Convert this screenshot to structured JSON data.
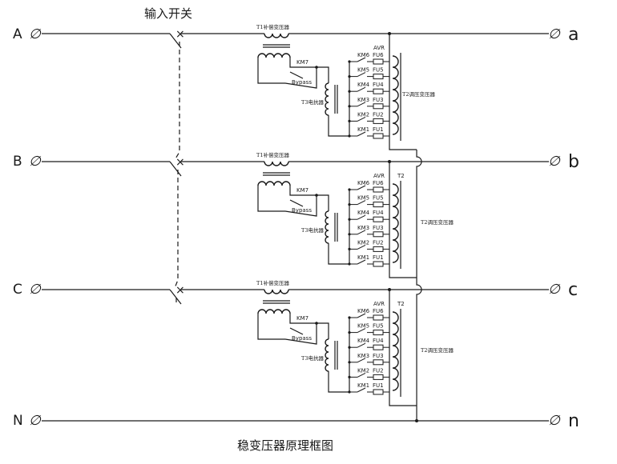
{
  "switch_label": "输入开关",
  "caption": "稳变压器原理框图",
  "inputs": [
    {
      "name": "A",
      "symbol": "∅"
    },
    {
      "name": "B",
      "symbol": "∅"
    },
    {
      "name": "C",
      "symbol": "∅"
    },
    {
      "name": "N",
      "symbol": "∅"
    }
  ],
  "outputs": [
    {
      "name": "a",
      "symbol": "∅"
    },
    {
      "name": "b",
      "symbol": "∅"
    },
    {
      "name": "c",
      "symbol": "∅"
    },
    {
      "name": "n",
      "symbol": "∅"
    }
  ],
  "switch_symbol": "×",
  "phases": [
    {
      "t1_label": "T1补偿变压器",
      "km7_label": "KM7",
      "bypass_label": "Bypass",
      "t3_label": "T3电抗器",
      "avr_label": "AVR",
      "t2_short_label": "",
      "t2_label": "T2调压变压器",
      "taps": [
        {
          "km": "KM6",
          "fu": "FU6"
        },
        {
          "km": "KM5",
          "fu": "FU5"
        },
        {
          "km": "KM4",
          "fu": "FU4"
        },
        {
          "km": "KM3",
          "fu": "FU3"
        },
        {
          "km": "KM2",
          "fu": "FU2"
        },
        {
          "km": "KM1",
          "fu": "FU1"
        }
      ]
    },
    {
      "t1_label": "T1补偿变压器",
      "km7_label": "KM7",
      "bypass_label": "Bypass",
      "t3_label": "T3电抗器",
      "avr_label": "AVR",
      "t2_short_label": "T2",
      "t2_label": "T2调压变压器",
      "taps": [
        {
          "km": "KM6",
          "fu": "FU6"
        },
        {
          "km": "KM5",
          "fu": "FU5"
        },
        {
          "km": "KM4",
          "fu": "FU4"
        },
        {
          "km": "KM3",
          "fu": "FU3"
        },
        {
          "km": "KM2",
          "fu": "FU2"
        },
        {
          "km": "KM1",
          "fu": "FU1"
        }
      ]
    },
    {
      "t1_label": "T1补偿变压器",
      "km7_label": "KM7",
      "bypass_label": "Bypass",
      "t3_label": "T3电抗器",
      "avr_label": "AVR",
      "t2_short_label": "T2",
      "t2_label": "T2调压变压器",
      "taps": [
        {
          "km": "KM6",
          "fu": "FU6"
        },
        {
          "km": "KM5",
          "fu": "FU5"
        },
        {
          "km": "KM4",
          "fu": "FU4"
        },
        {
          "km": "KM3",
          "fu": "FU3"
        },
        {
          "km": "KM2",
          "fu": "FU2"
        },
        {
          "km": "KM1",
          "fu": "FU1"
        }
      ]
    }
  ]
}
